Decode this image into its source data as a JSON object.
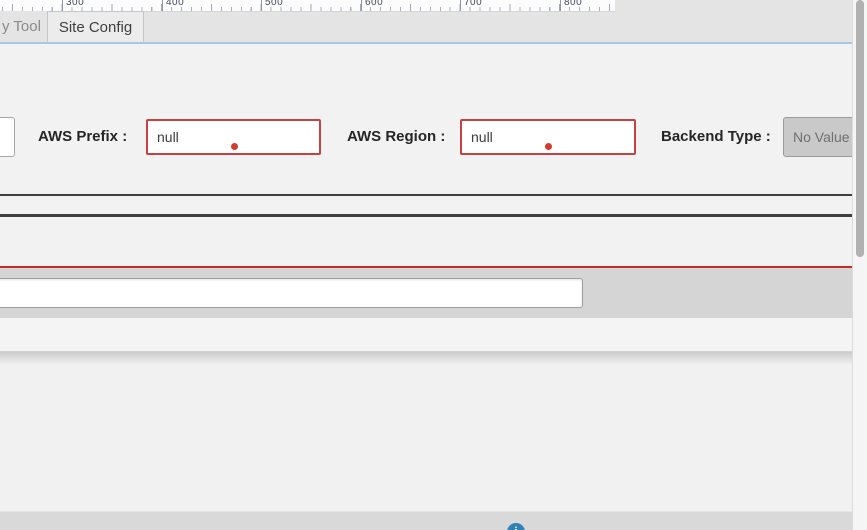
{
  "window": {
    "ruler": {
      "unit_labels": [
        "300",
        "400",
        "500",
        "600",
        "700",
        "800"
      ]
    },
    "tabs": {
      "items": [
        {
          "label": "y Tool",
          "active": false
        },
        {
          "label": "Site Config",
          "active": true
        }
      ]
    }
  },
  "form": {
    "aws_prefix": {
      "label": "AWS Prefix :",
      "value": "null"
    },
    "aws_region": {
      "label": "AWS Region :",
      "value": "null"
    },
    "backend_type": {
      "label": "Backend Type :",
      "value": "No Value"
    }
  },
  "strip_input": {
    "value": ""
  },
  "footer": {
    "info_glyph": "i"
  },
  "colors": {
    "error_border": "#c64242",
    "error_dot": "#d23b2f",
    "divider_dark": "#3f3f3f",
    "divider_red": "#c32b26",
    "tab_accent_blue": "#a3c9e6",
    "info_button_blue": "#2e80b5",
    "disabled_box_bg": "#c9c9c9"
  }
}
